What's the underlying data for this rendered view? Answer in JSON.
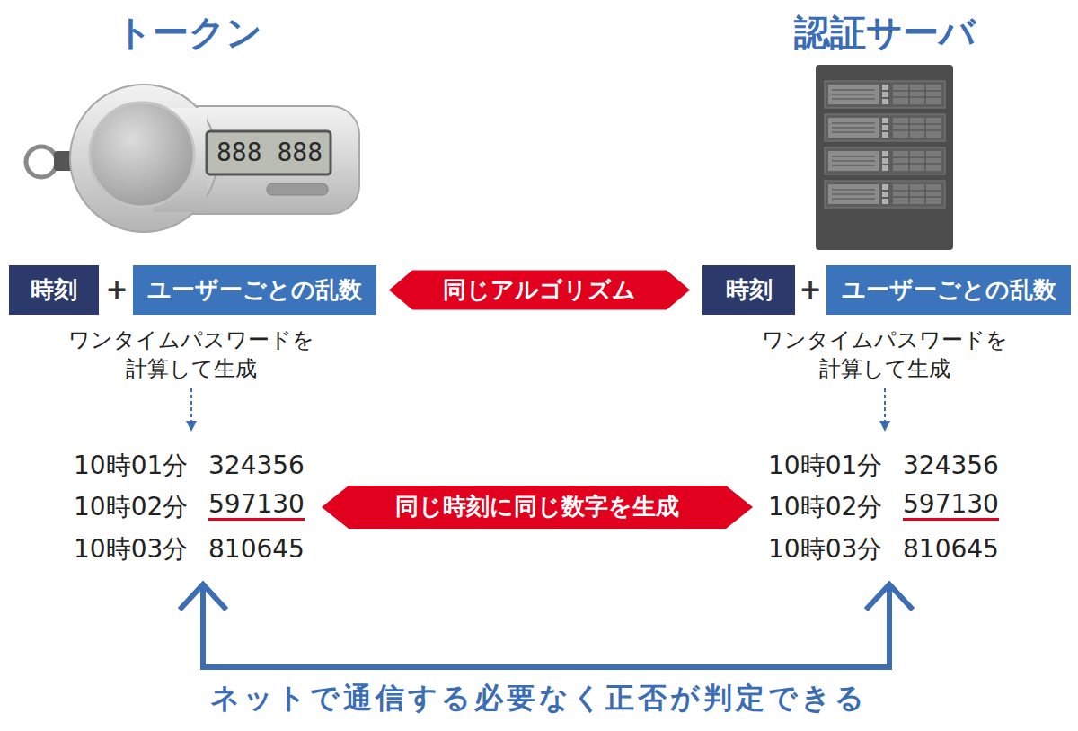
{
  "diagram": {
    "nodes": [
      {
        "text": [
          "時刻"
        ]
      },
      {
        "text": [
          "ユーザーごとの乱数"
        ]
      },
      {
        "text": [
          "時刻"
        ]
      },
      {
        "text": [
          "ユーザーごとの乱数"
        ]
      },
      {
        "text": [
          "同じ時刻に同じ数字を生成"
        ]
      }
    ],
    "edges": [
      {
        "from": 1,
        "to": 2,
        "label": "同じアルゴリズム",
        "arrow": "both"
      }
    ],
    "labels": [
      "トークン",
      "認証サーバ",
      "888 888",
      "+",
      "+",
      "ワンタイムパスワードを 計算して生成",
      "ワンタイムパスワードを 計算して生成",
      "10時01分",
      "324356",
      "10時01分",
      "324356",
      "10時02分",
      "597130",
      "10時02分",
      "597130",
      "10時03分",
      "810645",
      "10時03分",
      "810645",
      "ネットで通信する必要なく正否が判定できる"
    ]
  }
}
